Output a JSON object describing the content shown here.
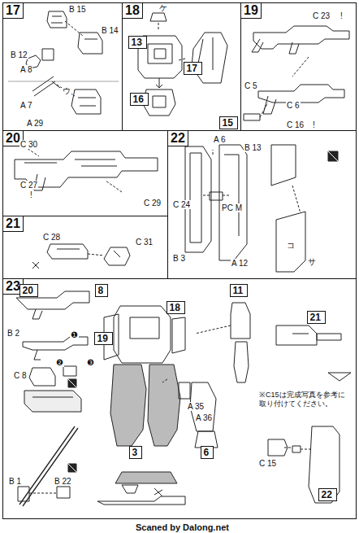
{
  "diagram": {
    "nodes": [
      {
        "text": [
          "17"
        ]
      },
      {
        "text": [
          "18"
        ]
      },
      {
        "text": [
          "13"
        ],
        "in": 1
      },
      {
        "text": [
          "17"
        ],
        "in": 1
      },
      {
        "text": [
          "16"
        ],
        "in": 1
      },
      {
        "text": [
          "15"
        ],
        "in": 1
      },
      {
        "text": [
          "19"
        ]
      },
      {
        "text": [
          "20"
        ]
      },
      {
        "text": [
          "22"
        ]
      },
      {
        "text": [
          "21"
        ]
      },
      {
        "text": [
          "23"
        ]
      },
      {
        "text": [
          "20"
        ],
        "in": 10
      },
      {
        "text": [
          "8"
        ],
        "in": 10
      },
      {
        "text": [
          "18"
        ],
        "in": 10
      },
      {
        "text": [
          "11"
        ],
        "in": 10
      },
      {
        "text": [
          "21"
        ],
        "in": 10
      },
      {
        "text": [
          "19"
        ],
        "in": 10
      },
      {
        "text": [
          "3"
        ],
        "in": 10
      },
      {
        "text": [
          "6"
        ],
        "in": 10
      },
      {
        "text": [
          "22"
        ],
        "in": 10
      }
    ],
    "labels": [
      "B 15",
      "B 14",
      "B 12",
      "A 8",
      "ウ",
      "A 7",
      "A 29",
      "ケ",
      "C 23",
      "!",
      "C 5",
      "C 6",
      "C 16",
      "!",
      "C 30",
      "C 27",
      "!",
      "C 29",
      "C 28",
      "C 31",
      "A 6",
      "B 13",
      "PC M",
      "C 24",
      "B 3",
      "A 12",
      "コ",
      "サ",
      "B 2",
      "❶",
      "❷",
      "❸",
      "C 8",
      "A 35",
      "A 36",
      "B 1",
      "B 22",
      "C 15",
      "※C15は完成写真を参考に取り付けてください。",
      "Scaned by Dalong.net"
    ]
  }
}
